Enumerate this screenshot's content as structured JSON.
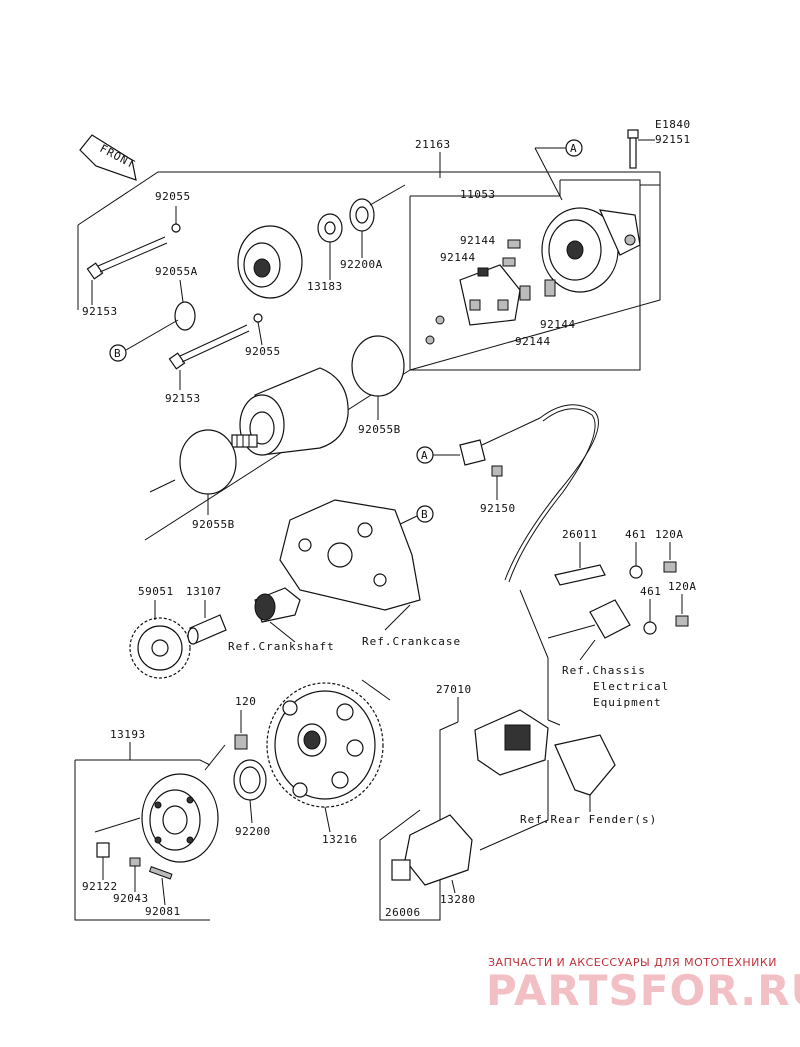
{
  "diagram_code": "E1840",
  "front_label": "FRONT",
  "callouts": {
    "a": "A",
    "b": "B"
  },
  "parts": {
    "p21163": "21163",
    "p92151": "92151",
    "p92055_top": "92055",
    "p11053": "11053",
    "p92055A": "92055A",
    "p13183": "13183",
    "p92200A": "92200A",
    "p92144_a": "92144",
    "p92144_b": "92144",
    "p92144_c": "92144",
    "p92144_d": "92144",
    "p92153_top": "92153",
    "p92055_mid": "92055",
    "p92153_bot": "92153",
    "p92055B_right": "92055B",
    "p92150": "92150",
    "p92055B_left": "92055B",
    "p26011": "26011",
    "p461_a": "461",
    "p120A_a": "120A",
    "p461_b": "461",
    "p120A_b": "120A",
    "p59051": "59051",
    "p13107": "13107",
    "p27010": "27010",
    "p120": "120",
    "p13193": "13193",
    "p92200": "92200",
    "p13216": "13216",
    "p92122": "92122",
    "p92043": "92043",
    "p92081": "92081",
    "p13280": "13280",
    "p26006": "26006"
  },
  "references": {
    "crankshaft": "Ref.Crankshaft",
    "crankcase": "Ref.Crankcase",
    "chassis_1": "Ref.Chassis",
    "chassis_2": "Electrical",
    "chassis_3": "Equipment",
    "rear_fender": "Ref.Rear Fender(s)"
  },
  "watermark": {
    "tagline": "ЗАПЧАСТИ И АКСЕССУАРЫ ДЛЯ МОТОТЕХНИКИ",
    "brand": "PARTSFOR.RU"
  },
  "colors": {
    "line": "#111111",
    "watermark_text": "#c0303a",
    "watermark_brand": "#f2c0c4"
  }
}
